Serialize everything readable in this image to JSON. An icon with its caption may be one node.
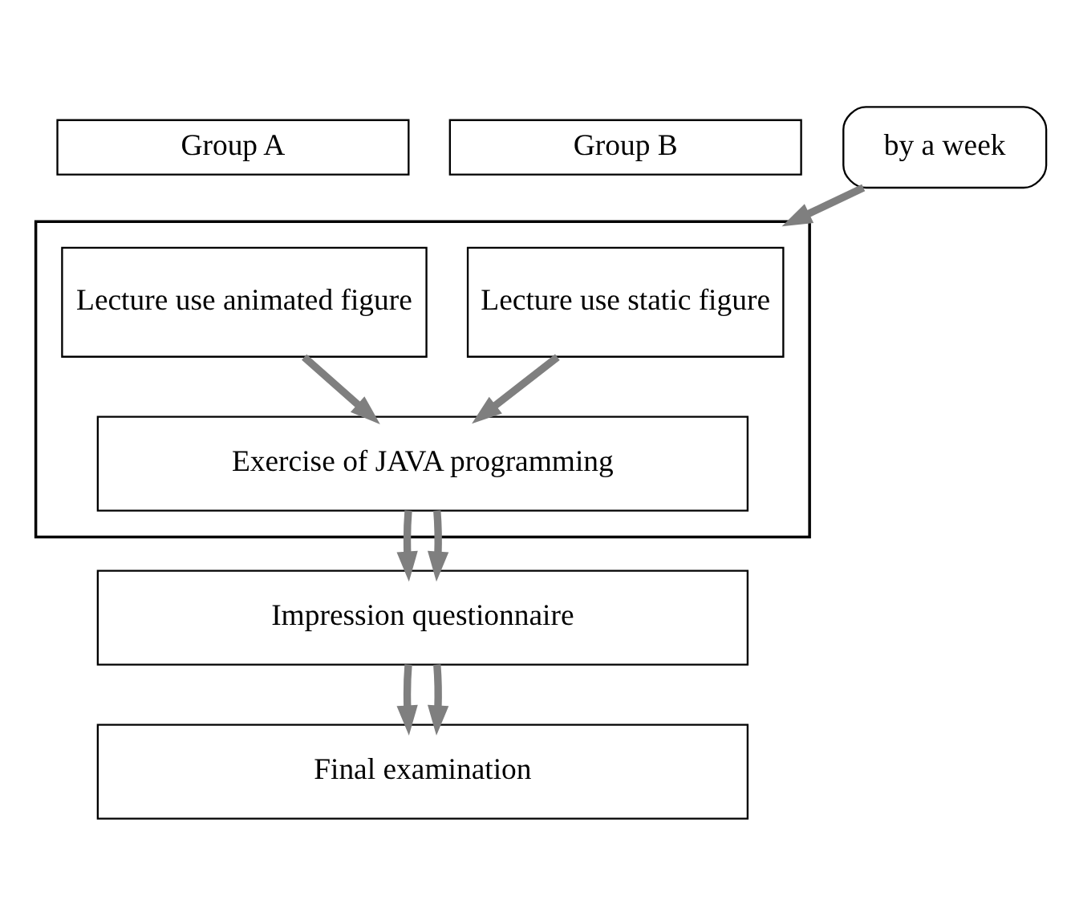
{
  "diagram": {
    "nodes": [
      {
        "text": [
          "Group A"
        ]
      },
      {
        "text": [
          "Group B"
        ]
      },
      {
        "text": [],
        "shape": "box"
      },
      {
        "text": [
          "Lecture use animated figure"
        ],
        "in": 2
      },
      {
        "text": [
          "Lecture use static figure"
        ],
        "in": 2
      },
      {
        "text": [
          "Exercise of JAVA programming"
        ],
        "in": 2
      },
      {
        "text": [
          "Impression questionnaire"
        ]
      },
      {
        "text": [
          "Final examination"
        ]
      },
      {
        "text": [
          "by a week"
        ]
      }
    ],
    "edges": [
      {
        "from": 3,
        "to": 5,
        "arrow": "to"
      },
      {
        "from": 4,
        "to": 5,
        "arrow": "to"
      },
      {
        "from": 5,
        "to": 6,
        "arrow": "to"
      },
      {
        "from": 5,
        "to": 6,
        "arrow": "to"
      },
      {
        "from": 6,
        "to": 7,
        "arrow": "to"
      },
      {
        "from": 6,
        "to": 7,
        "arrow": "to"
      },
      {
        "from": 8,
        "to": 2,
        "arrow": "to"
      }
    ]
  }
}
